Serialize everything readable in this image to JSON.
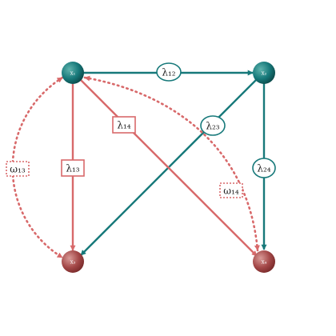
{
  "colors": {
    "teal": "#17797a",
    "red": "#d8696a",
    "teal_dark": "#0b4a4a",
    "teal_light": "#5fb3ad",
    "red_dark": "#7a2b2b",
    "red_light": "#d99a97",
    "white": "#ffffff",
    "label_text": "#222222"
  },
  "nodes": [
    {
      "id": "x1",
      "label": "x₁",
      "color": "teal"
    },
    {
      "id": "x2",
      "label": "x₂",
      "color": "teal"
    },
    {
      "id": "x3",
      "label": "x₃",
      "color": "red"
    },
    {
      "id": "x4",
      "label": "x₄",
      "color": "red"
    }
  ],
  "edges": [
    {
      "id": "l12",
      "label": "λ₁₂",
      "from": "x1",
      "to": "x2",
      "color": "teal",
      "style": "solid",
      "label_shape": "oval"
    },
    {
      "id": "l24",
      "label": "λ₂₄",
      "from": "x2",
      "to": "x4",
      "color": "teal",
      "style": "solid",
      "label_shape": "oval"
    },
    {
      "id": "l23",
      "label": "λ₂₃",
      "from": "x2",
      "to": "x3",
      "color": "teal",
      "style": "solid",
      "label_shape": "oval"
    },
    {
      "id": "l13",
      "label": "λ₁₃",
      "from": "x1",
      "to": "x3",
      "color": "red",
      "style": "solid",
      "label_shape": "rect"
    },
    {
      "id": "l14",
      "label": "λ₁₄",
      "from": "x1",
      "to": "x4",
      "color": "red",
      "style": "solid",
      "label_shape": "rect"
    },
    {
      "id": "w13",
      "label": "ω₁₃",
      "from": "x1",
      "to": "x3",
      "color": "red",
      "style": "dotted",
      "label_shape": "rect",
      "bidirected": true
    },
    {
      "id": "w14",
      "label": "ω₁₄",
      "from": "x1",
      "to": "x4",
      "color": "red",
      "style": "dotted",
      "label_shape": "rect",
      "bidirected": true
    }
  ]
}
